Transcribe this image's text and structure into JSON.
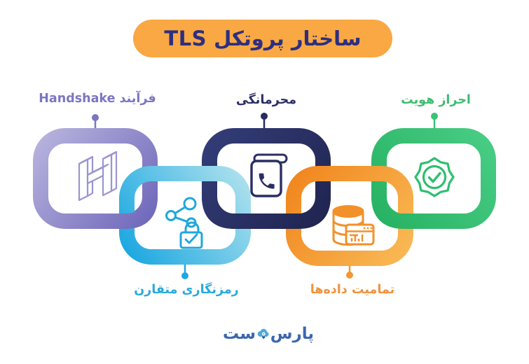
{
  "banner": {
    "title": "ساختار پروتکل TLS",
    "bg_color": "#F9A843",
    "text_color": "#2D2F80"
  },
  "nodes": [
    {
      "id": "handshake",
      "label": "فرآیند Handshake",
      "color": "#7B76C1",
      "icon": "isometric-h-icon"
    },
    {
      "id": "confidentiality",
      "label": "محرمانگی",
      "color": "#272B5E",
      "icon": "phonebook-icon"
    },
    {
      "id": "authentication",
      "label": "احراز هویت",
      "color": "#3CBD72",
      "icon": "badge-check-icon"
    },
    {
      "id": "symmetric-encryption",
      "label": "رمزنگاری متقارن",
      "color": "#29A9DC",
      "icon": "share-lock-icon"
    },
    {
      "id": "data-integrity",
      "label": "تمامیت داده‌ها",
      "color": "#F0923C",
      "icon": "database-window-icon"
    }
  ],
  "logo": {
    "text_right": "پارس",
    "text_left": "ست",
    "text_color": "#3A67B0",
    "cloud_color": "#4FA8DC",
    "heart_color": "#2F4C9B",
    "icon": "cloud-icon"
  }
}
